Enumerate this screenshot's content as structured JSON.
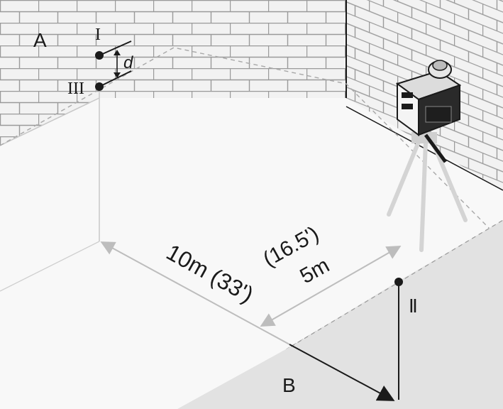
{
  "labels": {
    "point_i": "I",
    "point_ii": "Ⅱ",
    "point_iii": "III",
    "wall_a": "A",
    "wall_b": "B",
    "offset_d": "d",
    "distance_long": "10m (33')",
    "distance_short_imperial": "(16.5')",
    "distance_short_metric": "5m"
  },
  "colors": {
    "line_dark": "#1a1a1a",
    "line_gray": "#bdbdbd",
    "wall_fill": "#eeeeee",
    "floor_fill": "#f8f8f8",
    "shaded_wall": "#dcdcdc",
    "device_body": "#2a2a2a"
  },
  "icons": {
    "device": "rotary-laser-level-icon",
    "tripod": "tripod-icon"
  }
}
